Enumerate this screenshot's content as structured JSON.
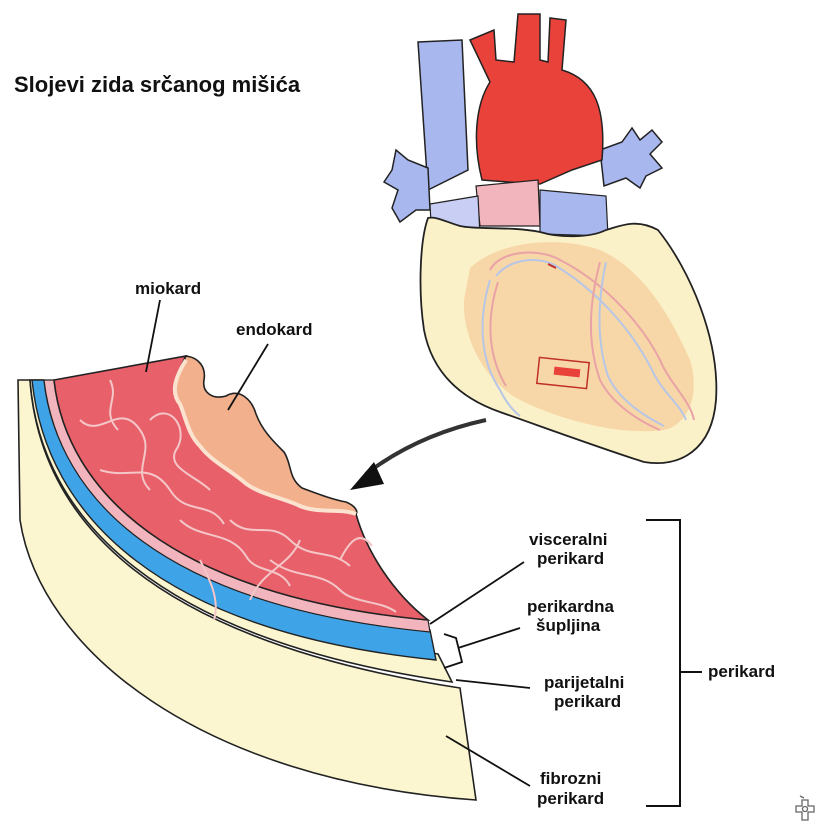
{
  "title": "Slojevi zida srčanog mišića",
  "labels": {
    "miokard": "miokard",
    "endokard": "endokard",
    "visceralni_1": "visceralni",
    "visceralni_2": "perikard",
    "perikardna_1": "perikardna",
    "perikardna_2": "šupljina",
    "parijetalni_1": "parijetalni",
    "parijetalni_2": "perikard",
    "fibrozni_1": "fibrozni",
    "fibrozni_2": "perikard",
    "perikard": "perikard"
  },
  "colors": {
    "myocardium": "#e8606a",
    "endocardium": "#f2b08c",
    "pericardial_cavity": "#3fa3e8",
    "fibrous": "#fbf6cf",
    "aorta": "#e8423a",
    "vein": "#a9b7ef",
    "heart_body": "#f7d7a8"
  },
  "icons": {
    "logo": "logo-icon"
  }
}
